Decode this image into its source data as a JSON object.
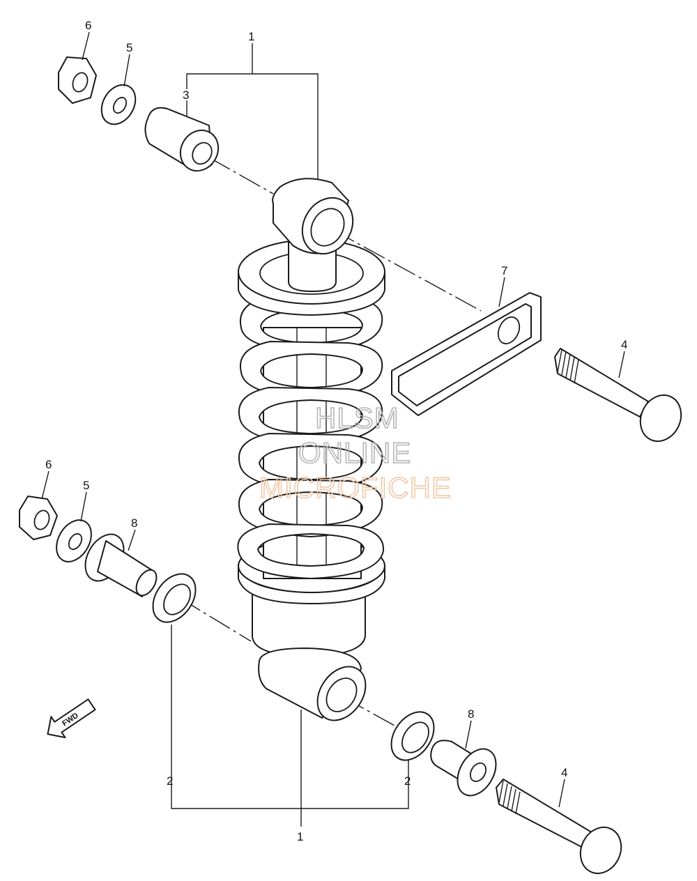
{
  "callouts": {
    "top_1": "1",
    "top_3": "3",
    "top_6": "6",
    "top_5": "5",
    "clevis_7": "7",
    "upper_bolt_4": "4",
    "mid_6": "6",
    "mid_5": "5",
    "mid_8": "8",
    "left_2": "2",
    "right_2": "2",
    "bottom_1": "1",
    "lower_8": "8",
    "lower_bolt_4": "4"
  },
  "watermark": {
    "line1": "HLSM",
    "line2": "ONLINE",
    "line3": "MICROFICHE",
    "color_primary": "#b5b5b5",
    "color_accent": "#efc9a9"
  },
  "fwd_arrow": {
    "label": "FWD",
    "icon": "fwd-arrow-icon"
  }
}
